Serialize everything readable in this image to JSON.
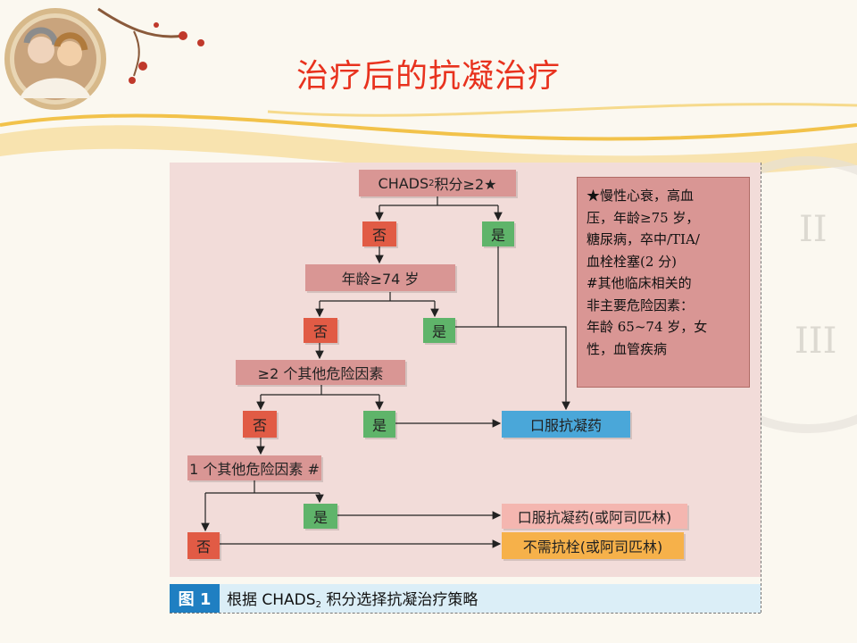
{
  "slide": {
    "title": "治疗后的抗凝治疗",
    "colors": {
      "title": "#e8321e",
      "accent_gold": "#f2c24a"
    }
  },
  "flowchart": {
    "nodes": {
      "chads_pre": "CHADS",
      "chads_sub": "2",
      "chads_post": "积分≥2★",
      "no1": "否",
      "yes1": "是",
      "age": "年龄≥74 岁",
      "no2": "否",
      "yes2": "是",
      "risk2": "≥2 个其他危险因素",
      "no3": "否",
      "yes3": "是",
      "oral": "口服抗凝药",
      "risk1": "1 个其他危险因素 #",
      "yes4": "是",
      "oral_aspirin": "口服抗凝药(或阿司匹林)",
      "no4": "否",
      "no_anticoag": "不需抗栓(或阿司匹林)"
    },
    "note_lines": [
      "★慢性心衰，高血",
      "压，年龄≥75 岁，",
      "糖尿病，卒中/TIA/",
      "血栓栓塞(2 分)",
      "#其他临床相关的",
      "非主要危险因素：",
      "年龄 65~74 岁，女",
      "性，血管疾病"
    ]
  },
  "caption": {
    "tag": "图 1",
    "text_pre": "根据 CHADS",
    "text_sub": "2",
    "text_post": " 积分选择抗凝治疗策略"
  }
}
